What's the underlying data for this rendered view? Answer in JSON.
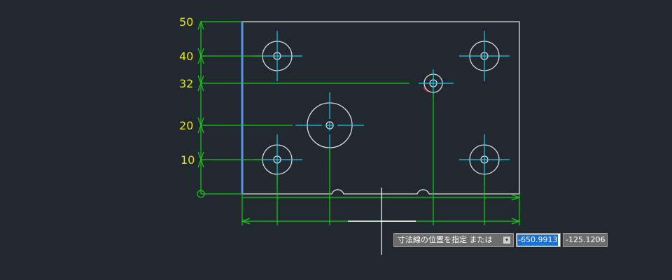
{
  "drawing": {
    "dimension_labels": [
      "50",
      "40",
      "32",
      "20",
      "10"
    ],
    "colors": {
      "background": "#212830",
      "geometry": "#dcdcdc",
      "centerline": "#1ec8e6",
      "dimension": "#18c818",
      "dimension_text": "#e2e21a",
      "highlight": "#5b8fe8"
    }
  },
  "command_input": {
    "prompt": "寸法線の位置を指定 または",
    "dropdown_icon": "down-arrow-icon",
    "x_value": "-650.9913",
    "y_value": "-125.1206"
  }
}
